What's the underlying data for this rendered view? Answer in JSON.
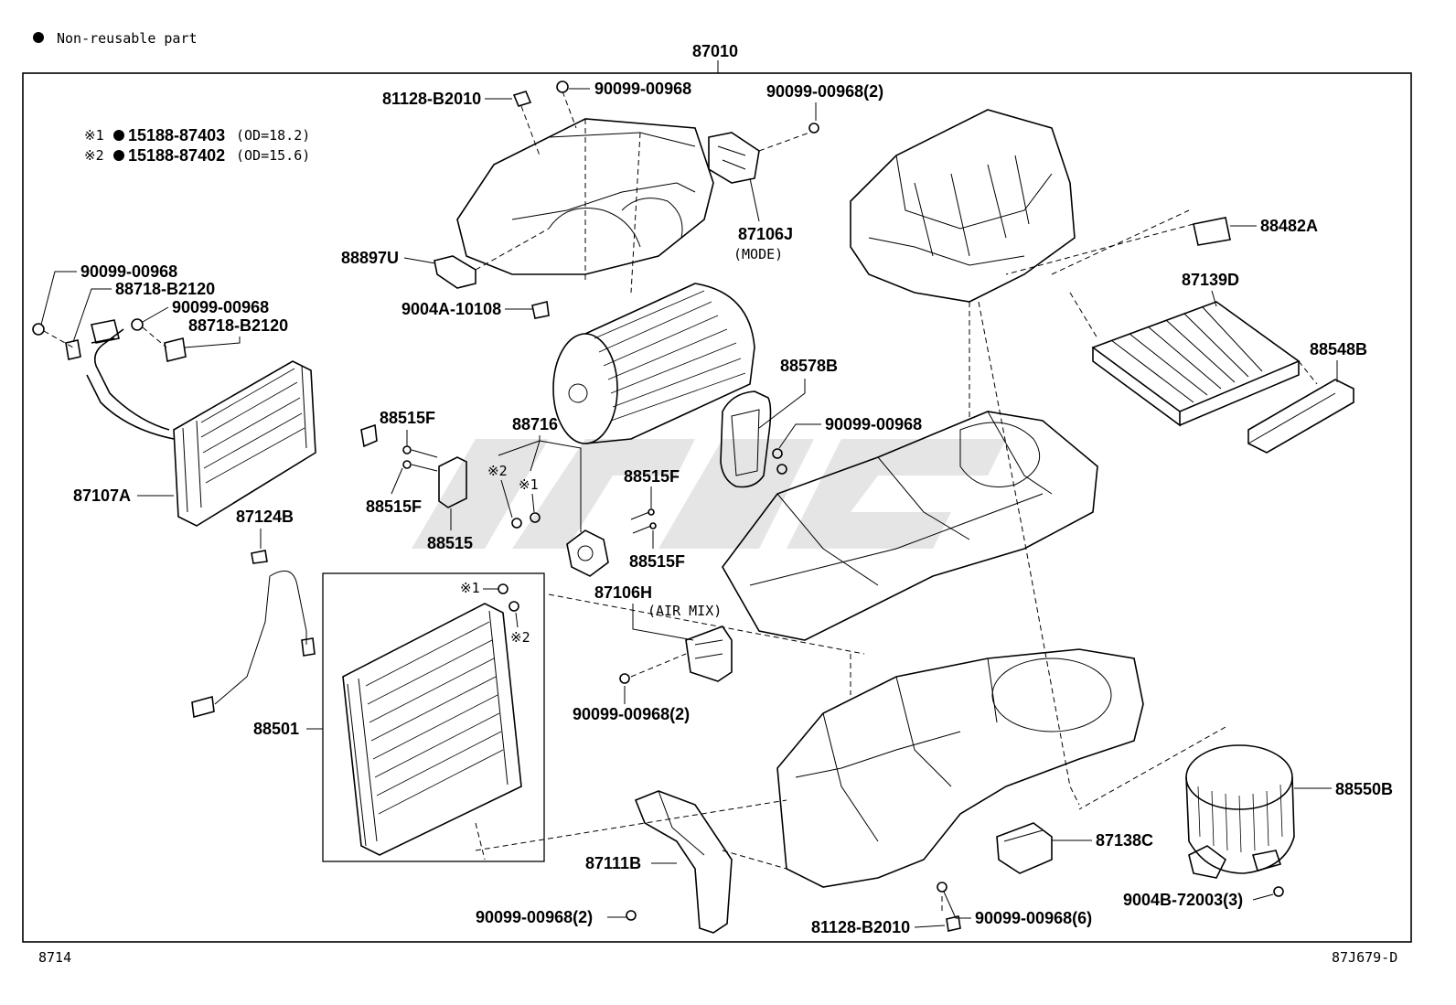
{
  "legend": {
    "symbol": "●",
    "text": "Non-reusable part"
  },
  "assembly": {
    "part_no": "87010"
  },
  "notes": [
    {
      "mark": "※1",
      "bullet": "●",
      "part_no": "15188-87403",
      "spec": "(OD=18.2)"
    },
    {
      "mark": "※2",
      "bullet": "●",
      "part_no": "15188-87402",
      "spec": "(OD=15.6)"
    }
  ],
  "parts": {
    "p81128_top": "81128-B2010",
    "p90099_top": "90099-00968",
    "p90099_2_top": "90099-00968(2)",
    "p87106j": "87106J",
    "p87106j_sub": "(MODE)",
    "p88897u": "88897U",
    "p9004a": "9004A-10108",
    "p88482a": "88482A",
    "p87139d": "87139D",
    "p88548b": "88548B",
    "p90099_l1": "90099-00968",
    "p88718_l1": "88718-B2120",
    "p90099_l2": "90099-00968",
    "p88718_l2": "88718-B2120",
    "p87107a": "87107A",
    "p88578b": "88578B",
    "p88515f_a": "88515F",
    "p88716": "88716",
    "p90099_mid": "90099-00968",
    "p88515f_b": "88515F",
    "p88515f_c": "88515F",
    "p88515f_d": "88515F",
    "p88515": "88515",
    "p87124b": "87124B",
    "p87106h": "87106H",
    "p87106h_sub": "(AIR MIX)",
    "p90099_2_mid": "90099-00968(2)",
    "p88501": "88501",
    "mark1_evap": "※1",
    "mark2_evap": "※2",
    "mark1_valve": "※1",
    "mark2_valve": "※2",
    "p88550b": "88550B",
    "p87138c": "87138C",
    "p87111b": "87111B",
    "p9004b": "9004B-72003(3)",
    "p90099_2_bot": "90099-00968(2)",
    "p81128_bot": "81128-B2010",
    "p90099_6_bot": "90099-00968(6)"
  },
  "footer": {
    "left": "8714",
    "right": "87J679-D"
  }
}
